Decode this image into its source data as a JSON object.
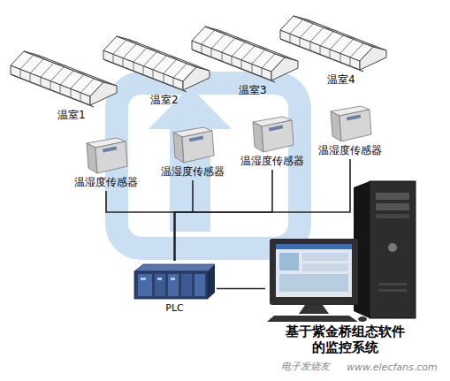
{
  "diagram": {
    "nodes": [
      {
        "text": [
          "温室1"
        ]
      },
      {
        "text": [
          "温室2"
        ]
      },
      {
        "text": [
          "温室3"
        ]
      },
      {
        "text": [
          "温室4"
        ]
      },
      {
        "text": [
          "温湿度传感器"
        ]
      },
      {
        "text": [
          "温湿度传感器"
        ]
      },
      {
        "text": [
          "温湿度传感器"
        ]
      },
      {
        "text": [
          "温湿度传感器"
        ]
      },
      {
        "text": [
          "PLC"
        ]
      },
      {
        "text": [
          "基于紫金桥组态软件的监控系统"
        ]
      }
    ],
    "edges": [
      {
        "from": 4,
        "to": 8,
        "arrow": "none"
      },
      {
        "from": 5,
        "to": 8,
        "arrow": "none"
      },
      {
        "from": 6,
        "to": 8,
        "arrow": "none"
      },
      {
        "from": 7,
        "to": 8,
        "arrow": "none"
      },
      {
        "from": 8,
        "to": 9,
        "arrow": "none"
      }
    ],
    "labels": [
      "电子发烧友",
      "www.elecfans.com"
    ]
  }
}
